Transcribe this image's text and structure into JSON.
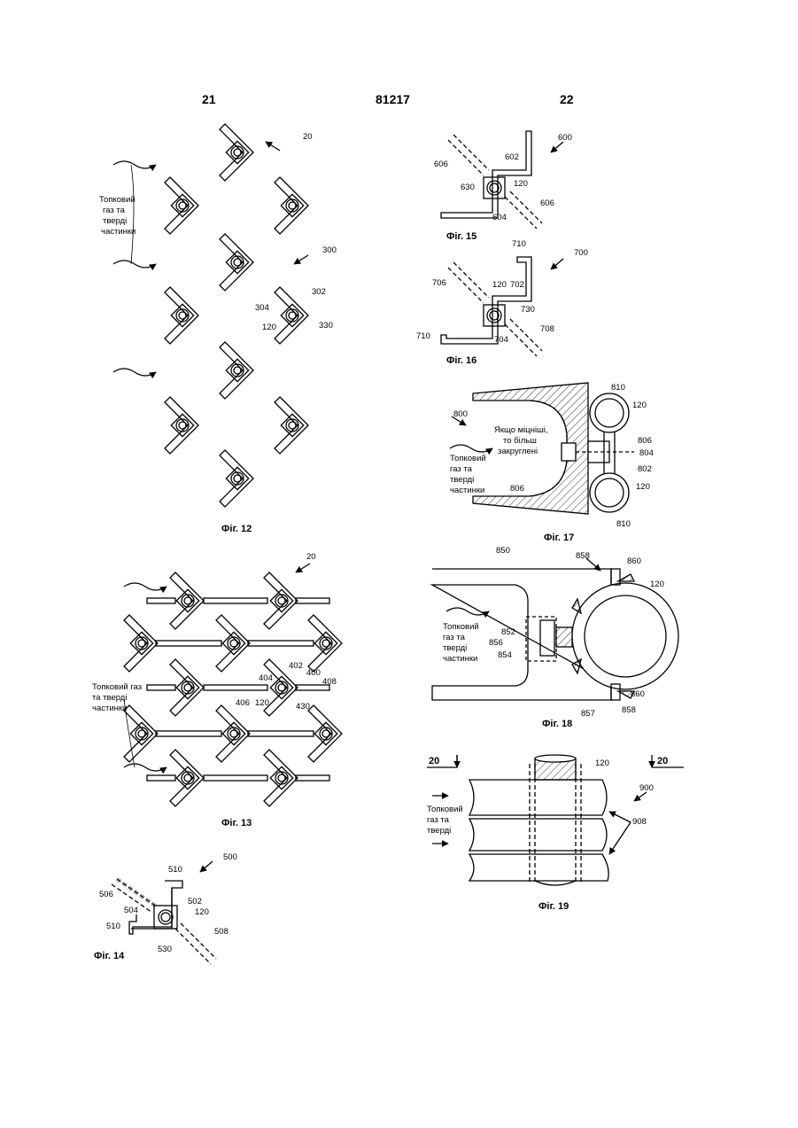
{
  "header": {
    "left_page": "21",
    "patent_number": "81217",
    "right_page": "22"
  },
  "flow_label": {
    "line1": "Топковий",
    "line2": "газ та",
    "line3": "тверді",
    "line4": "частинки"
  },
  "fig13_flow_label": {
    "line1": "Топковий газ",
    "line2": "та тверді",
    "line3": "частинки"
  },
  "fig17_note": {
    "line1": "Якщо міцніші,",
    "line2": "то більш",
    "line3": "закруглені"
  },
  "captions": {
    "fig12": "Фіг. 12",
    "fig13": "Фіг. 13",
    "fig14": "Фіг. 14",
    "fig15": "Фіг. 15",
    "fig16": "Фіг. 16",
    "fig17": "Фіг. 17",
    "fig18": "Фіг. 18",
    "fig19": "Фіг. 19"
  },
  "refs": {
    "fig12": {
      "assembly": "20",
      "array": "300",
      "r302": "302",
      "r304": "304",
      "r120": "120",
      "r330": "330"
    },
    "fig13": {
      "assembly": "20",
      "r402": "402",
      "r404": "404",
      "r400": "400",
      "r408": "408",
      "r406": "406",
      "r120": "120",
      "r430": "430"
    },
    "fig14": {
      "assembly": "500",
      "r510a": "510",
      "r510b": "510",
      "r506": "506",
      "r502": "502",
      "r504": "504",
      "r120": "120",
      "r508": "508",
      "r530": "530"
    },
    "fig15": {
      "assembly": "600",
      "r606a": "606",
      "r602": "602",
      "r630": "630",
      "r120": "120",
      "r606b": "606",
      "r604": "604"
    },
    "fig16": {
      "assembly": "700",
      "r710a": "710",
      "r706": "706",
      "r120": "120",
      "r702": "702",
      "r730": "730",
      "r710b": "710",
      "r704": "704",
      "r708": "708"
    },
    "fig17": {
      "assembly": "800",
      "r810a": "810",
      "r120a": "120",
      "r806a": "806",
      "r804": "804",
      "r802": "802",
      "r806b": "806",
      "r120b": "120",
      "r810b": "810"
    },
    "fig18": {
      "r850": "850",
      "r858a": "858",
      "r860a": "860",
      "r120": "120",
      "r852": "852",
      "r856": "856",
      "r854": "854",
      "r857": "857",
      "r858b": "858",
      "r860b": "860"
    },
    "fig19": {
      "section_left": "20",
      "section_right": "20",
      "r120": "120",
      "assembly": "900",
      "r908": "908"
    }
  }
}
